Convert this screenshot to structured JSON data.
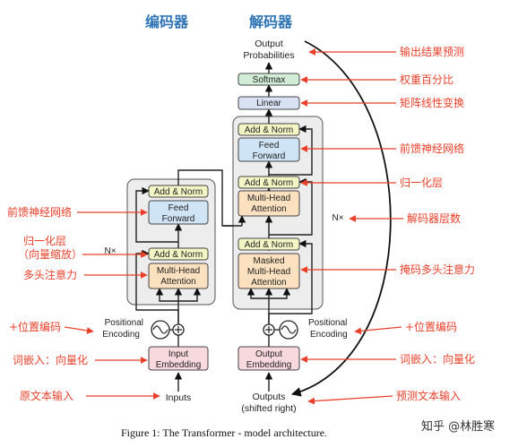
{
  "headers": {
    "encoder": "编码器",
    "decoder": "解码器"
  },
  "decoder_top": {
    "output_line1": "Output",
    "output_line2": "Probabilities",
    "softmax": "Softmax",
    "linear": "Linear"
  },
  "blocks": {
    "add_norm": "Add & Norm",
    "feed_line1": "Feed",
    "feed_line2": "Forward",
    "mha_line1": "Multi-Head",
    "mha_line2": "Attention",
    "masked_line1": "Masked",
    "masked_line2": "Multi-Head",
    "masked_line3": "Attention",
    "nx": "N×",
    "positional_line1": "Positional",
    "positional_line2": "Encoding",
    "input_emb_line1": "Input",
    "input_emb_line2": "Embedding",
    "output_emb_line1": "Output",
    "output_emb_line2": "Embedding",
    "inputs": "Inputs",
    "outputs_line1": "Outputs",
    "outputs_line2": "(shifted right)"
  },
  "annotations_left": {
    "ffn": "前馈神经网络",
    "norm_line1": "归一化层",
    "norm_line2": "（向量缩放）",
    "multihead": "多头注意力",
    "posenc": "+位置编码",
    "embed": "词嵌入：向量化",
    "source": "原文本输入"
  },
  "annotations_right": {
    "output": "输出结果预测",
    "softmax": "权重百分比",
    "linear": "矩阵线性变换",
    "ffn": "前馈神经网络",
    "norm": "归一化层",
    "layers": "解码器层数",
    "masked": "掩码多头注意力",
    "posenc": "+位置编码",
    "embed": "词嵌入：向量化",
    "predict": "预测文本输入"
  },
  "caption": "Figure 1: The Transformer - model architecture.",
  "watermark": "知乎 @林胜寒",
  "colors": {
    "annotation": "#e8402a",
    "header": "#2e74b5",
    "add_norm": "#f3f6c4",
    "feed_forward": "#cfe5f6",
    "attention": "#fbe1bf",
    "embedding": "#f8d9de",
    "softmax": "#d2edd7",
    "linear": "#d8e2f3",
    "block_bg": "#ededed"
  }
}
